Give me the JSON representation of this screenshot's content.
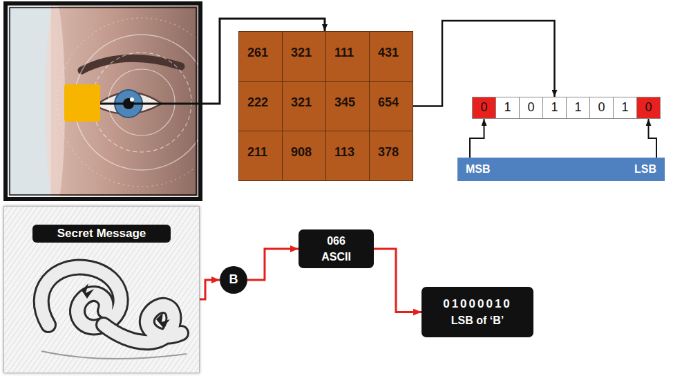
{
  "diagram": {
    "nodes": [
      {
        "text": [
          "261"
        ]
      },
      {
        "text": [
          "321"
        ]
      },
      {
        "text": [
          "111"
        ]
      },
      {
        "text": [
          "431"
        ]
      },
      {
        "text": [
          "222"
        ]
      },
      {
        "text": [
          "321"
        ]
      },
      {
        "text": [
          "345"
        ]
      },
      {
        "text": [
          "654"
        ]
      },
      {
        "text": [
          "211"
        ]
      },
      {
        "text": [
          "908"
        ]
      },
      {
        "text": [
          "113"
        ]
      },
      {
        "text": [
          "378"
        ]
      },
      {
        "text": [
          "0"
        ]
      },
      {
        "text": [
          "1"
        ]
      },
      {
        "text": [
          "0"
        ]
      },
      {
        "text": [
          "1"
        ]
      },
      {
        "text": [
          "1"
        ]
      },
      {
        "text": [
          "0"
        ]
      },
      {
        "text": [
          "1"
        ]
      },
      {
        "text": [
          "0"
        ]
      },
      {
        "text": [
          "MSB",
          "LSB"
        ]
      },
      {
        "text": [
          "Secret Message"
        ]
      },
      {
        "text": [
          "B"
        ]
      },
      {
        "text": [
          "066",
          "ASCII"
        ]
      },
      {
        "text": [
          "01000010",
          "LSB of ‘B’"
        ]
      }
    ],
    "edges": [
      {
        "from": 7,
        "to": 15,
        "arrow": "to"
      },
      {
        "from": 20,
        "to": 12,
        "arrow": "to"
      },
      {
        "from": 20,
        "to": 19,
        "arrow": "to"
      },
      {
        "from": 21,
        "to": 22,
        "arrow": "to"
      },
      {
        "from": 22,
        "to": 23,
        "arrow": "to"
      },
      {
        "from": 23,
        "to": 24,
        "arrow": "to"
      }
    ]
  }
}
